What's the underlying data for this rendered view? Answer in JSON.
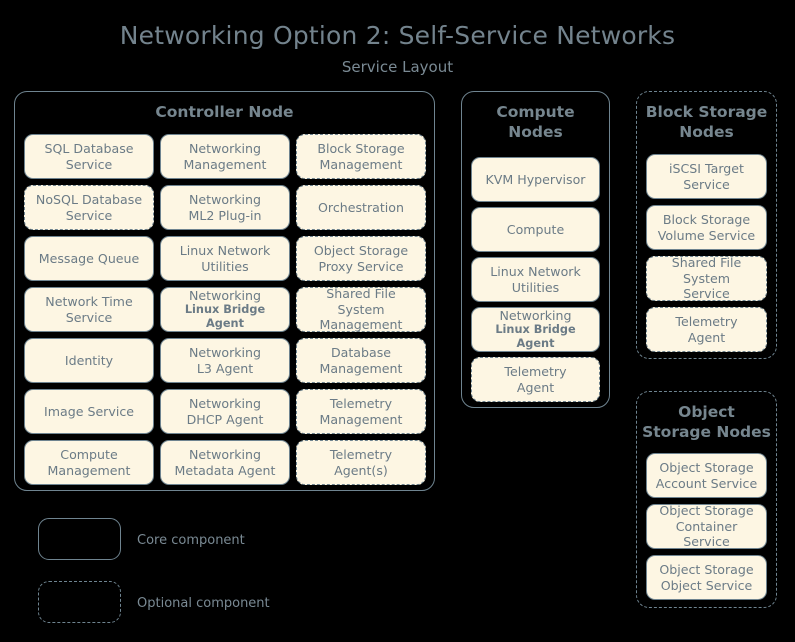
{
  "title": {
    "main": "Networking Option 2: Self-Service Networks",
    "sub": "Service Layout"
  },
  "colors": {
    "background": "#000000",
    "box_fill": "#fdf6e3",
    "stroke": "#6f8490",
    "text": "#6b7b86",
    "title": "#73838d"
  },
  "nodes": [
    {
      "id": "controller-node",
      "title": "Controller Node",
      "optional": false,
      "components": [
        {
          "l1": "SQL Database",
          "l2": "Service",
          "optional": false
        },
        {
          "l1": "Networking",
          "l2": "Management",
          "optional": false
        },
        {
          "l1": "Block Storage",
          "l2": "Management",
          "optional": true
        },
        {
          "l1": "NoSQL Database",
          "l2": "Service",
          "optional": true
        },
        {
          "l1": "Networking",
          "l2": "ML2 Plug-in",
          "optional": false
        },
        {
          "l1": "Orchestration",
          "l2": "",
          "optional": true
        },
        {
          "l1": "Message Queue",
          "l2": "",
          "optional": false
        },
        {
          "l1": "Linux Network",
          "l2": "Utilities",
          "optional": false
        },
        {
          "l1": "Object Storage",
          "l2": "Proxy Service",
          "optional": true
        },
        {
          "l1": "Network Time",
          "l2": "Service",
          "optional": false
        },
        {
          "l1": "Networking",
          "l2": "Linux Bridge Agent",
          "optional": false,
          "small2": true
        },
        {
          "l1": "Shared File System",
          "l2": "Management",
          "optional": true
        },
        {
          "l1": "Identity",
          "l2": "",
          "optional": false
        },
        {
          "l1": "Networking",
          "l2": "L3 Agent",
          "optional": false
        },
        {
          "l1": "Database",
          "l2": "Management",
          "optional": true
        },
        {
          "l1": "Image Service",
          "l2": "",
          "optional": false
        },
        {
          "l1": "Networking",
          "l2": "DHCP Agent",
          "optional": false
        },
        {
          "l1": "Telemetry",
          "l2": "Management",
          "optional": true
        },
        {
          "l1": "Compute",
          "l2": "Management",
          "optional": false
        },
        {
          "l1": "Networking",
          "l2": "Metadata Agent",
          "optional": false
        },
        {
          "l1": "Telemetry",
          "l2": "Agent(s)",
          "optional": true
        }
      ]
    },
    {
      "id": "compute-nodes",
      "title": "Compute\nNodes",
      "title_line1": "Compute",
      "title_line2": "Nodes",
      "optional": false,
      "components": [
        {
          "l1": "KVM Hypervisor",
          "l2": "",
          "optional": false
        },
        {
          "l1": "Compute",
          "l2": "",
          "optional": false
        },
        {
          "l1": "Linux Network",
          "l2": "Utilities",
          "optional": false
        },
        {
          "l1": "Networking",
          "l2": "Linux Bridge Agent",
          "optional": false,
          "small2": true
        },
        {
          "l1": "Telemetry",
          "l2": "Agent",
          "optional": true
        }
      ]
    },
    {
      "id": "block-storage-nodes",
      "title_line1": "Block Storage",
      "title_line2": "Nodes",
      "optional": true,
      "components": [
        {
          "l1": "iSCSI Target",
          "l2": "Service",
          "optional": false
        },
        {
          "l1": "Block Storage",
          "l2": "Volume Service",
          "optional": false
        },
        {
          "l1": "Shared File System",
          "l2": "Service",
          "optional": true
        },
        {
          "l1": "Telemetry",
          "l2": "Agent",
          "optional": true
        }
      ]
    },
    {
      "id": "object-storage-nodes",
      "title_line1": "Object",
      "title_line2": "Storage Nodes",
      "optional": true,
      "components": [
        {
          "l1": "Object Storage",
          "l2": "Account Service",
          "optional": false
        },
        {
          "l1": "Object Storage",
          "l2": "Container Service",
          "optional": false
        },
        {
          "l1": "Object Storage",
          "l2": "Object Service",
          "optional": false
        }
      ]
    }
  ],
  "legend": {
    "core_label": "Core component",
    "optional_label": "Optional component"
  }
}
